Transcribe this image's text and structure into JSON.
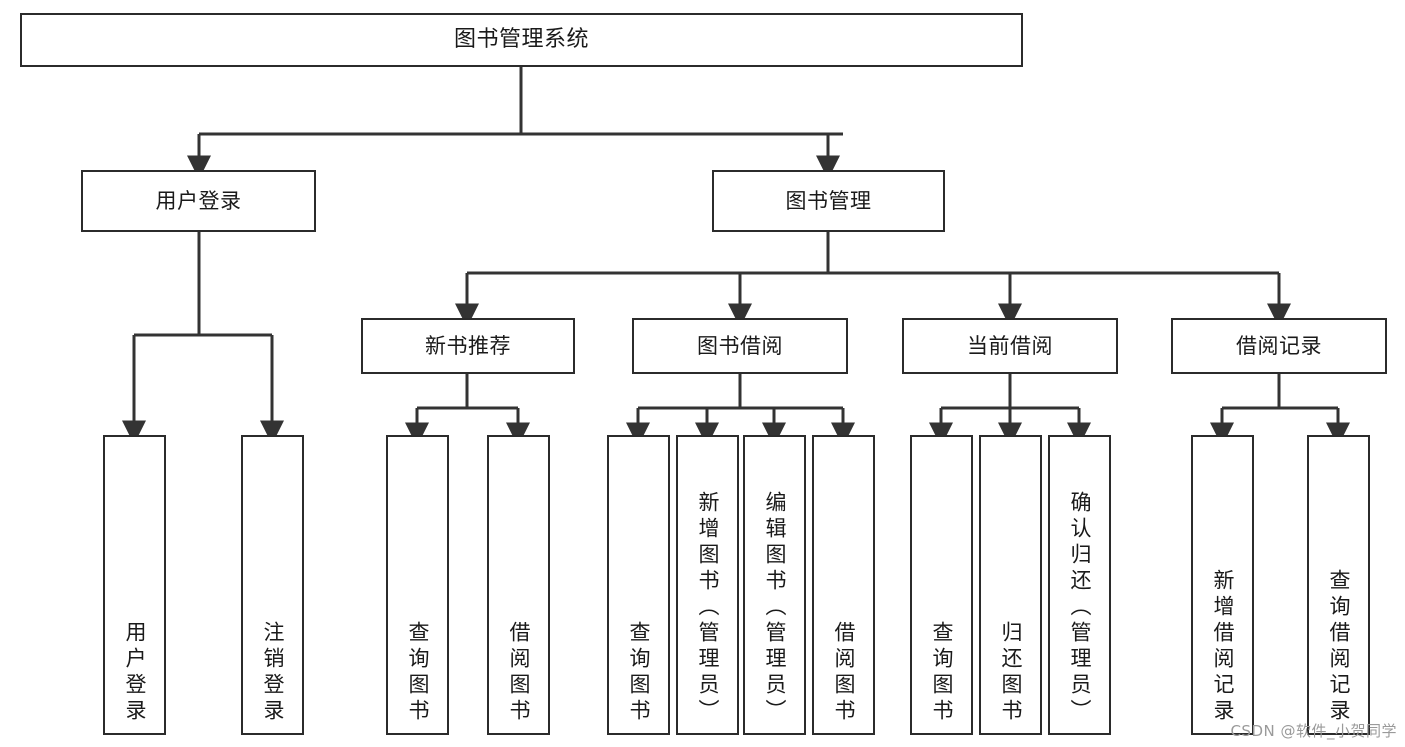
{
  "diagram": {
    "title": "图书管理系统",
    "type": "function-structure-tree",
    "colors": {
      "box_border": "#2b2b2b",
      "box_fill": "#ffffff",
      "edge": "#333333",
      "text": "#1a1a1a",
      "watermark": "#9a9a9a",
      "background": "#ffffff"
    },
    "nodes": {
      "root": {
        "label": "图书管理系统"
      },
      "tier2": [
        {
          "id": "user-login",
          "label": "用户登录"
        },
        {
          "id": "book-manage",
          "label": "图书管理"
        }
      ],
      "tier3": [
        {
          "id": "new-book-recommend",
          "label": "新书推荐"
        },
        {
          "id": "book-borrow",
          "label": "图书借阅"
        },
        {
          "id": "current-borrow",
          "label": "当前借阅"
        },
        {
          "id": "borrow-record",
          "label": "借阅记录"
        }
      ],
      "leaves": {
        "user-login": [
          {
            "id": "leaf-user-login",
            "label": "用户登录"
          },
          {
            "id": "leaf-logout",
            "label": "注销登录"
          }
        ],
        "new-book-recommend": [
          {
            "id": "leaf-query-book-1",
            "label": "查询图书"
          },
          {
            "id": "leaf-borrow-book-1",
            "label": "借阅图书"
          }
        ],
        "book-borrow": [
          {
            "id": "leaf-query-book-2",
            "label": "查询图书"
          },
          {
            "id": "leaf-add-book",
            "label": "新增图书（管理员）"
          },
          {
            "id": "leaf-edit-book",
            "label": "编辑图书（管理员）"
          },
          {
            "id": "leaf-borrow-book-2",
            "label": "借阅图书"
          }
        ],
        "current-borrow": [
          {
            "id": "leaf-query-book-3",
            "label": "查询图书"
          },
          {
            "id": "leaf-return-book",
            "label": "归还图书"
          },
          {
            "id": "leaf-confirm-return",
            "label": "确认归还（管理员）"
          }
        ],
        "borrow-record": [
          {
            "id": "leaf-add-record",
            "label": "新增借阅记录"
          },
          {
            "id": "leaf-query-record",
            "label": "查询借阅记录"
          }
        ]
      }
    },
    "watermark": "CSDN @软件_小贺同学"
  }
}
